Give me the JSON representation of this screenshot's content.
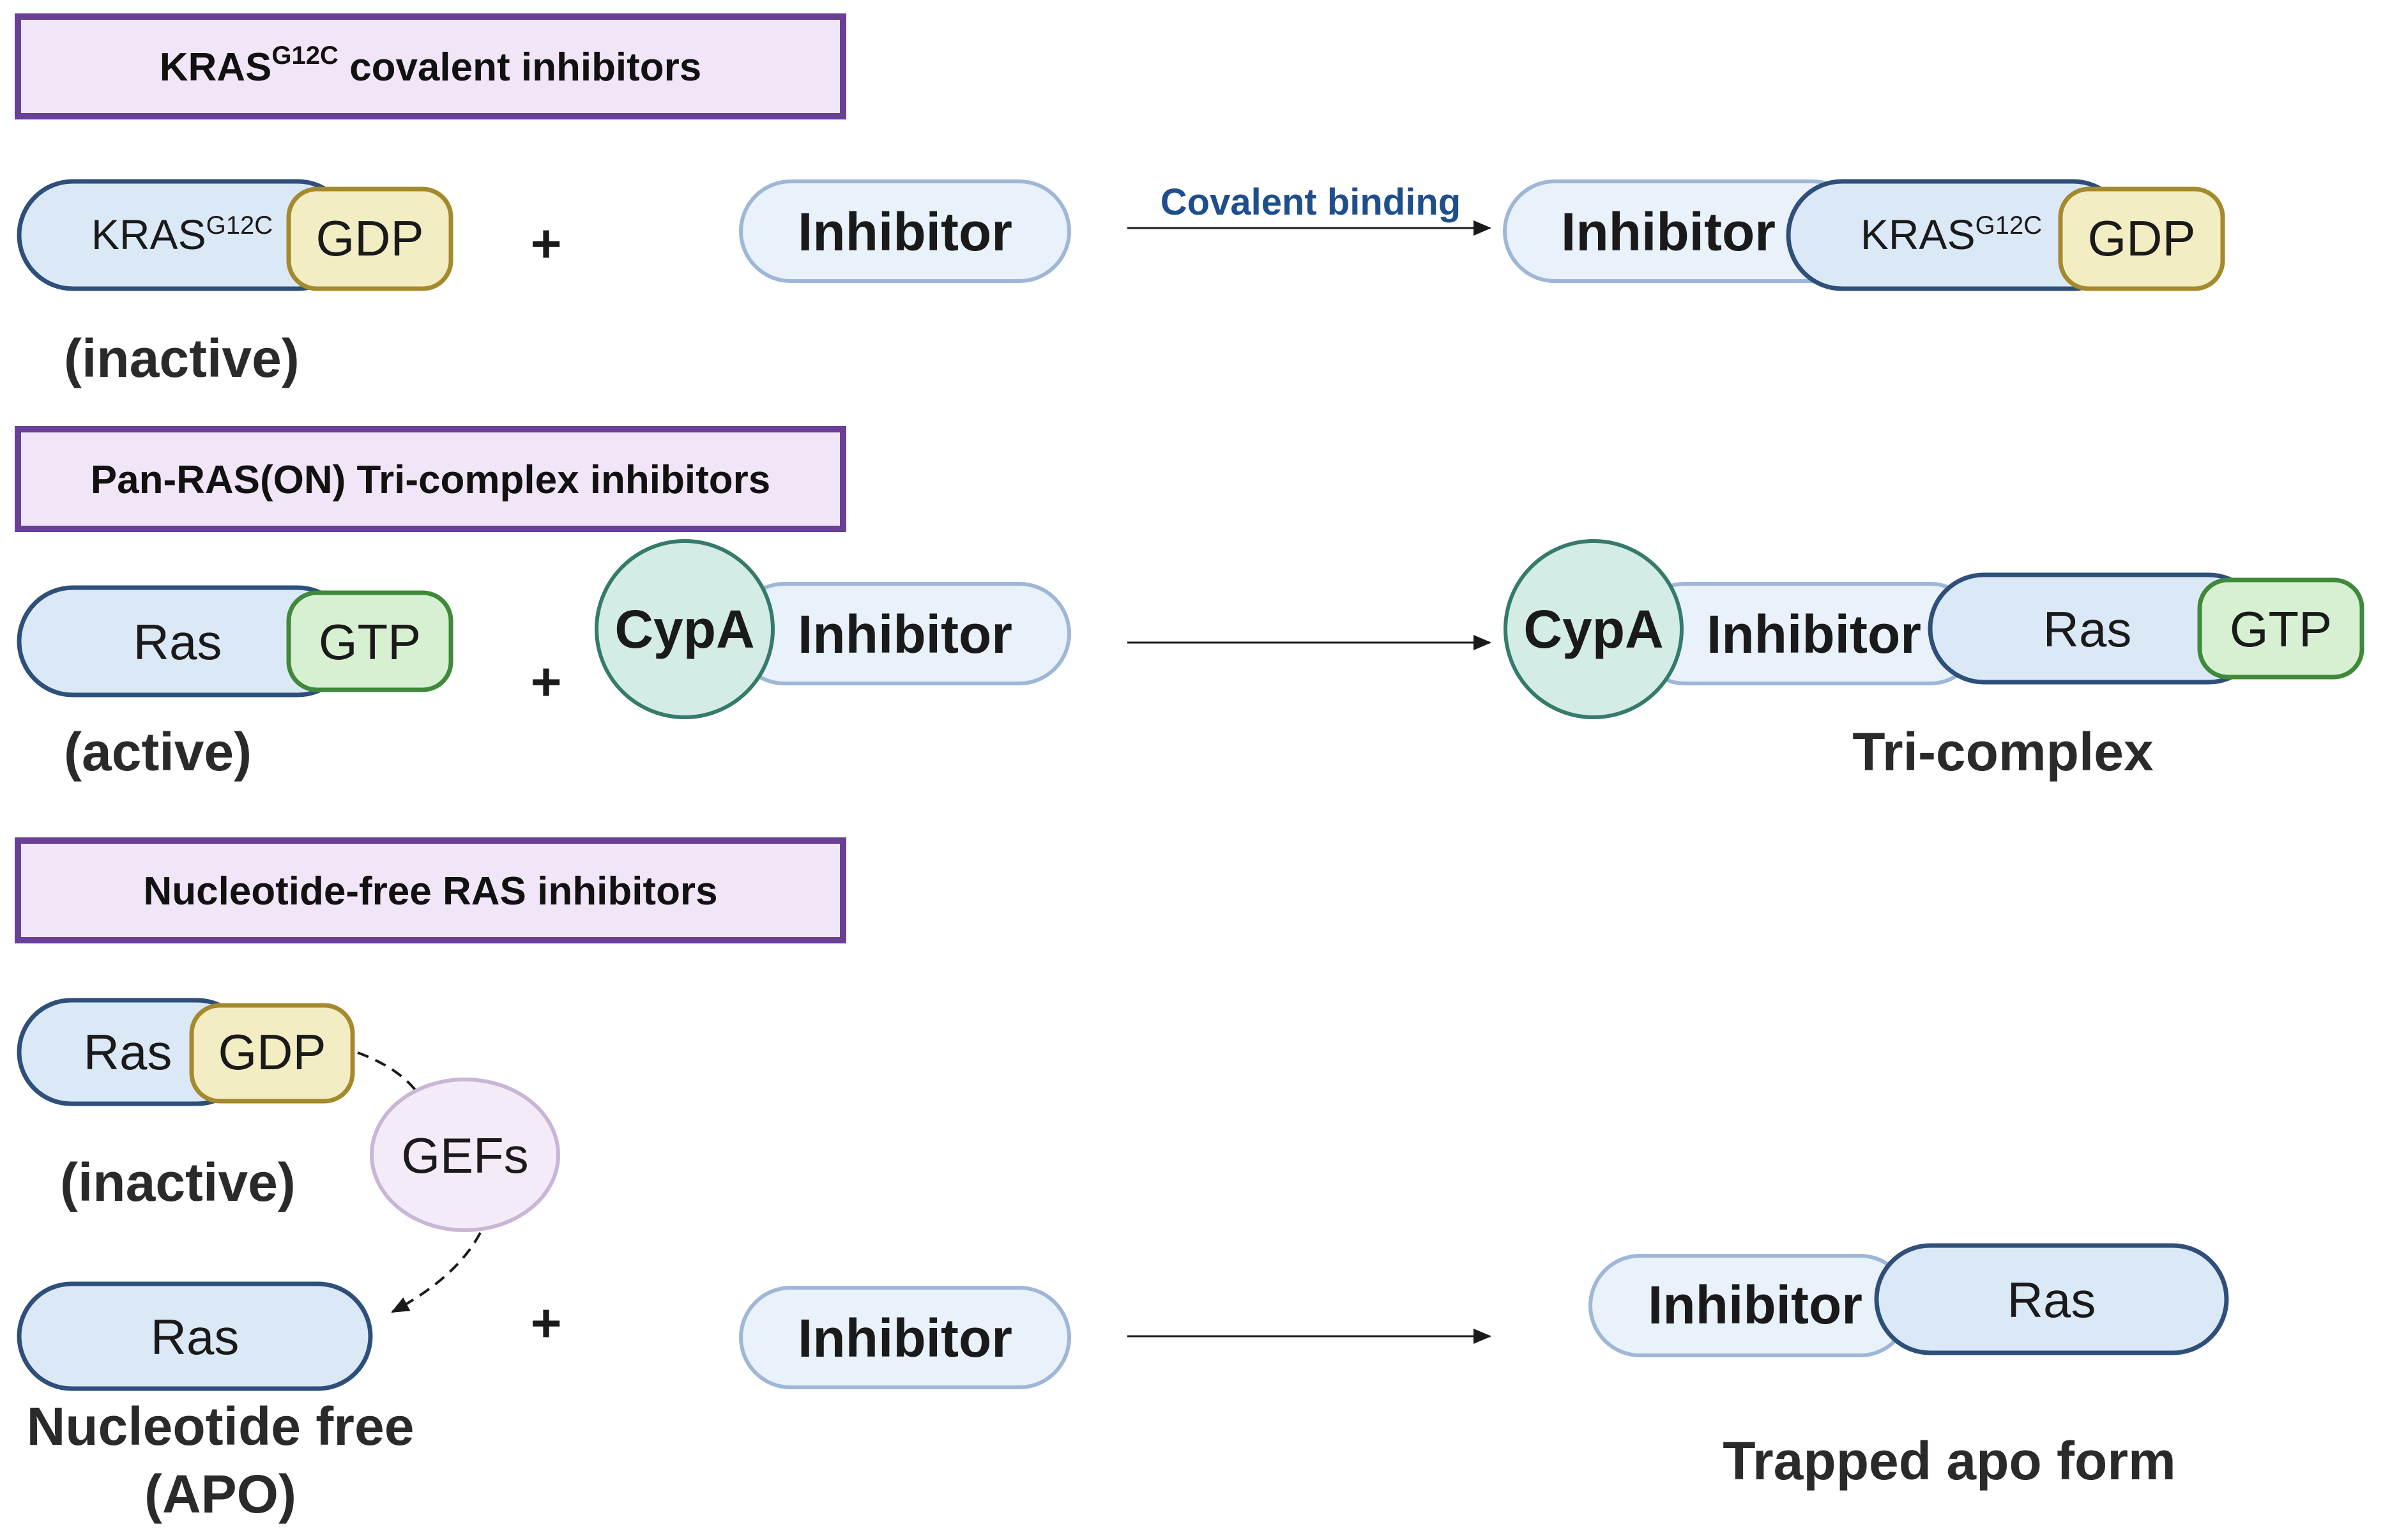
{
  "colors": {
    "header_fill": "#f1e6f7",
    "header_stroke": "#6a3f97",
    "ras_fill": "#dbe9f6",
    "ras_stroke": "#2e4f7a",
    "inhibitor_fill": "#e9f1fa",
    "inhibitor_stroke": "#9fb7d6",
    "gdp_fill": "#f3edc4",
    "gdp_stroke": "#a48a2d",
    "gtp_fill": "#d7f0d2",
    "gtp_stroke": "#3f8a3a",
    "cypa_fill": "#d3ece6",
    "cypa_stroke": "#357a6a",
    "gefs_fill": "#f4ebf8",
    "gefs_stroke": "#c9b6d6",
    "arrow": "#1a1a1a",
    "covalent_label": "#1f4e8c"
  },
  "section1": {
    "header_main": "KRAS",
    "header_sup": "G12C",
    "header_rest": " covalent inhibitors",
    "kras_main": "KRAS",
    "kras_sup": "G12C",
    "gdp": "GDP",
    "state": "(inactive)",
    "plus": "+",
    "inhibitor": "Inhibitor",
    "arrow_label": "Covalent binding",
    "product_inhibitor": "Inhibitor",
    "product_kras_main": "KRAS",
    "product_kras_sup": "G12C",
    "product_gdp": "GDP"
  },
  "section2": {
    "header": "Pan-RAS(ON) Tri-complex inhibitors",
    "ras": "Ras",
    "gtp": "GTP",
    "state": "(active)",
    "plus": "+",
    "cypa": "CypA",
    "inhibitor": "Inhibitor",
    "product_cypa": "CypA",
    "product_inhibitor": "Inhibitor",
    "product_ras": "Ras",
    "product_gtp": "GTP",
    "product_label": "Tri-complex"
  },
  "section3": {
    "header": "Nucleotide-free RAS inhibitors",
    "ras": "Ras",
    "gdp": "GDP",
    "state": "(inactive)",
    "gefs": "GEFs",
    "free_ras": "Ras",
    "free_label_line1": "Nucleotide free",
    "free_label_line2": "(APO)",
    "plus": "+",
    "inhibitor": "Inhibitor",
    "product_inhibitor": "Inhibitor",
    "product_ras": "Ras",
    "product_label": "Trapped apo form"
  }
}
